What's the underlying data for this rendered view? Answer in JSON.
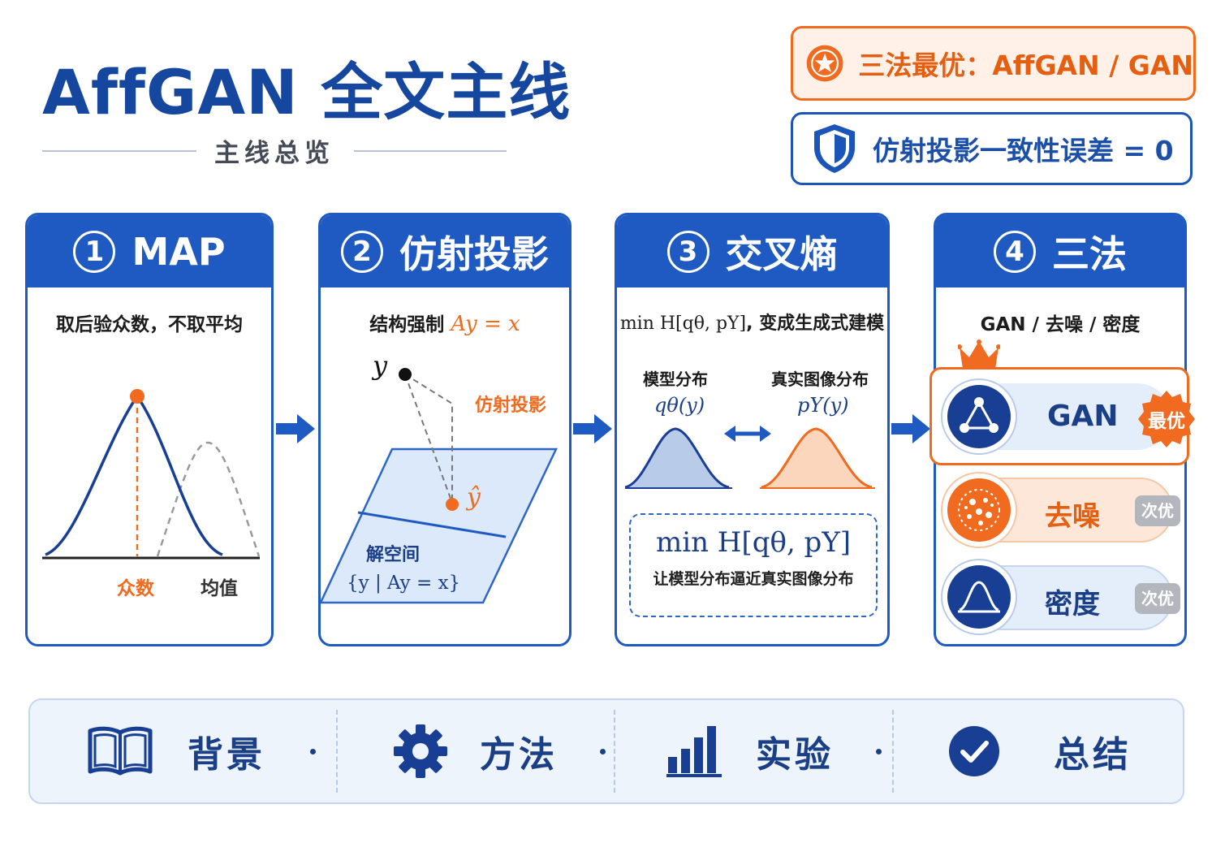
{
  "header": {
    "title": "AffGAN 全文主线",
    "subtitle": "主线总览"
  },
  "badges": {
    "best": {
      "text": "三法最优：AffGAN / GAN",
      "icon": "star-icon",
      "color": "#f06a1f"
    },
    "zero": {
      "text": "仿射投影一致性误差 = 0",
      "icon": "shield-icon",
      "color": "#1b55b8"
    }
  },
  "cards": [
    {
      "num": "1",
      "title": "MAP",
      "subtitle": "取后验众数，不取平均",
      "labels": {
        "mode": "众数",
        "mean": "均值"
      }
    },
    {
      "num": "2",
      "title": "仿射投影",
      "subtitle_prefix": "结构强制 ",
      "subtitle_math": "Ay = x",
      "labels": {
        "y": "y",
        "y_hat": "ŷ",
        "projection": "仿射投影",
        "solution_space": "解空间",
        "solution_set": "{y | Ay = x}"
      }
    },
    {
      "num": "3",
      "title": "交叉熵",
      "subtitle_math": "min H[qθ, pY]",
      "subtitle_suffix": ", 变成生成式建模",
      "labels": {
        "model": "模型分布",
        "model_math": "qθ(y)",
        "real": "真实图像分布",
        "real_math": "pY(y)",
        "box_math": "min H[qθ, pY]",
        "box_text": "让模型分布逼近真实图像分布"
      }
    },
    {
      "num": "4",
      "title": "三法",
      "subtitle": "GAN / 去噪 / 密度",
      "methods": [
        {
          "name": "GAN",
          "tag": "最优",
          "icon": "graph-triangle-icon"
        },
        {
          "name": "去噪",
          "tag": "次优",
          "icon": "noise-dots-icon"
        },
        {
          "name": "密度",
          "tag": "次优",
          "icon": "bell-curve-icon"
        }
      ]
    }
  ],
  "nav": [
    {
      "label": "背景",
      "icon": "book-icon"
    },
    {
      "label": "方法",
      "icon": "gear-icon"
    },
    {
      "label": "实验",
      "icon": "bar-chart-icon"
    },
    {
      "label": "总结",
      "icon": "check-circle-icon"
    }
  ],
  "colors": {
    "primary": "#1f5ac2",
    "accent": "#f06a1f",
    "navy": "#16479e"
  }
}
